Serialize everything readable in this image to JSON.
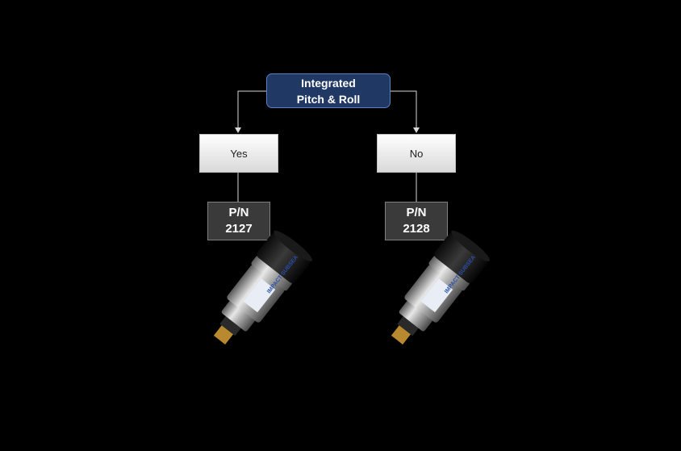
{
  "root": {
    "line1": "Integrated",
    "line2": "Pitch & Roll"
  },
  "branches": [
    {
      "choice": "Yes",
      "pn_label": "P/N",
      "pn_number": "2127",
      "logo_text": "IMPACT SUBSEA"
    },
    {
      "choice": "No",
      "pn_label": "P/N",
      "pn_number": "2128",
      "logo_text": "IMPACT SUBSEA"
    }
  ],
  "colors": {
    "root_fill": "#1f3864",
    "background": "#000000"
  }
}
